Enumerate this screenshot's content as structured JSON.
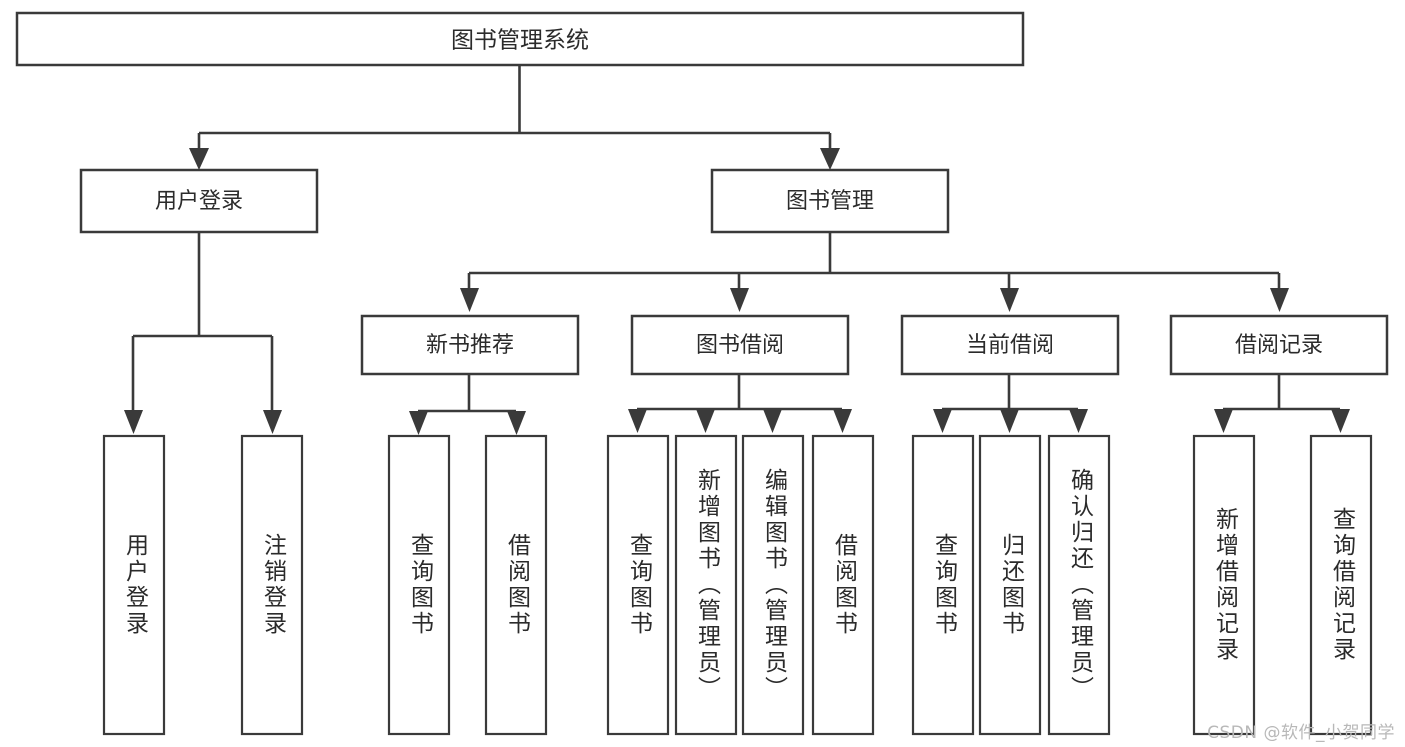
{
  "diagram": {
    "type": "hierarchy-tree",
    "title": "图书管理系统",
    "watermark": "CSDN @软件_小贺同学",
    "levels": {
      "level0": [
        {
          "id": "root",
          "label": "图书管理系统"
        }
      ],
      "level1": [
        {
          "id": "user-login",
          "label": "用户登录",
          "parent": "root"
        },
        {
          "id": "book-manage",
          "label": "图书管理",
          "parent": "root"
        }
      ],
      "level2": [
        {
          "id": "new-book-rec",
          "label": "新书推荐",
          "parent": "book-manage"
        },
        {
          "id": "book-borrow",
          "label": "图书借阅",
          "parent": "book-manage"
        },
        {
          "id": "current-borrow",
          "label": "当前借阅",
          "parent": "book-manage"
        },
        {
          "id": "borrow-record",
          "label": "借阅记录",
          "parent": "book-manage"
        }
      ],
      "level3": [
        {
          "id": "leaf-user-login",
          "label": "用户登录",
          "parent": "user-login"
        },
        {
          "id": "leaf-logout-login",
          "label": "注销登录",
          "parent": "user-login"
        },
        {
          "id": "leaf-query-book-1",
          "label": "查询图书",
          "parent": "new-book-rec"
        },
        {
          "id": "leaf-borrow-book-1",
          "label": "借阅图书",
          "parent": "new-book-rec"
        },
        {
          "id": "leaf-query-book-2",
          "label": "查询图书",
          "parent": "book-borrow"
        },
        {
          "id": "leaf-add-book",
          "label": "新增图书（管理员）",
          "parent": "book-borrow"
        },
        {
          "id": "leaf-edit-book",
          "label": "编辑图书（管理员）",
          "parent": "book-borrow"
        },
        {
          "id": "leaf-borrow-book-2",
          "label": "借阅图书",
          "parent": "book-borrow"
        },
        {
          "id": "leaf-query-book-3",
          "label": "查询图书",
          "parent": "current-borrow"
        },
        {
          "id": "leaf-return-book",
          "label": "归还图书",
          "parent": "current-borrow"
        },
        {
          "id": "leaf-confirm-return",
          "label": "确认归还（管理员）",
          "parent": "current-borrow"
        },
        {
          "id": "leaf-add-record",
          "label": "新增借阅记录",
          "parent": "borrow-record"
        },
        {
          "id": "leaf-query-record",
          "label": "查询借阅记录",
          "parent": "borrow-record"
        }
      ]
    },
    "colors": {
      "box_stroke": "#3a3a3a",
      "box_fill": "#ffffff",
      "text": "#2b2b2b",
      "connector": "#3a3a3a",
      "watermark": "#b8b8b8",
      "background": "#ffffff"
    }
  }
}
